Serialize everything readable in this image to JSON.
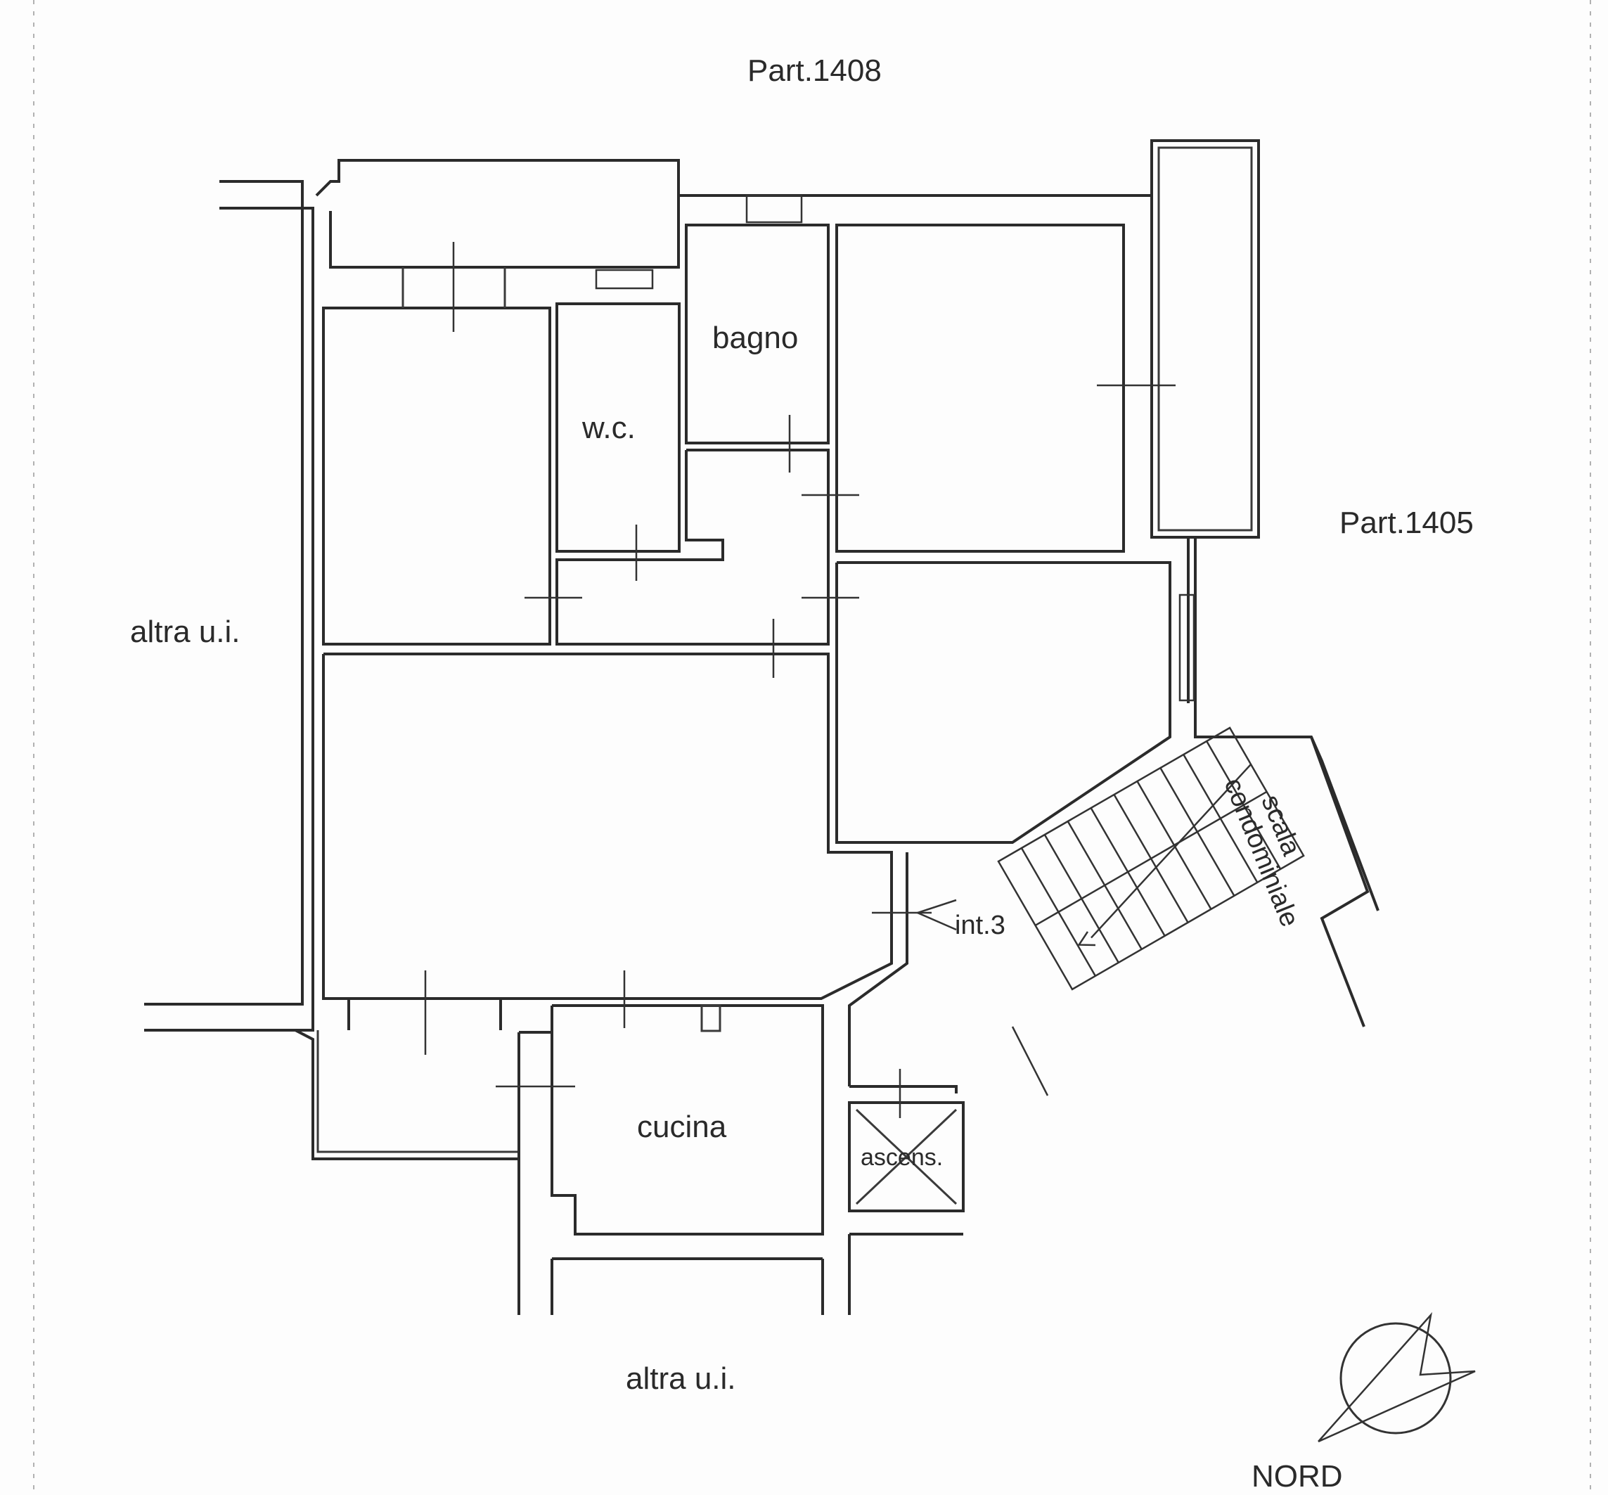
{
  "labels": {
    "north_parcel": "Part.1408",
    "east_parcel": "Part.1405",
    "west_unit": "altra u.i.",
    "south_unit": "altra u.i.",
    "bathroom": "bagno",
    "wc": "w.c.",
    "kitchen": "cucina",
    "elevator": "ascens.",
    "stair_line1": "scala",
    "stair_line2": "condominiale",
    "unit_entry": "int.3",
    "north": "NORD"
  }
}
